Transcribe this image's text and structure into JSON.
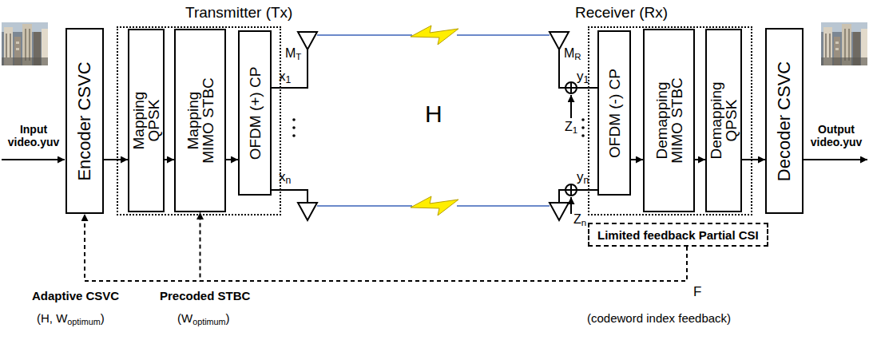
{
  "diagram": {
    "nodes": [
      {
        "text": [
          "Encoder CSVC"
        ]
      },
      {
        "text": [
          "Transmitter (Tx)"
        ]
      },
      {
        "text": [
          "Mapping QPSK"
        ],
        "in": 1
      },
      {
        "text": [
          "Mapping MIMO STBC"
        ],
        "in": 1
      },
      {
        "text": [
          "OFDM (+) CP"
        ],
        "in": 1
      },
      {
        "text": [
          "Receiver (Rx)"
        ]
      },
      {
        "text": [
          "OFDM (-) CP"
        ],
        "in": 5
      },
      {
        "text": [
          "Demapping MIMO STBC"
        ],
        "in": 5
      },
      {
        "text": [
          "Demapping QPSK"
        ],
        "in": 5
      },
      {
        "text": [
          "Decoder CSVC"
        ]
      },
      {
        "text": [
          "Limited feedback Partial CSI"
        ]
      }
    ],
    "edges": [
      {
        "from": 0,
        "to": 2,
        "arrow": "to"
      },
      {
        "from": 2,
        "to": 3,
        "arrow": "to"
      },
      {
        "from": 3,
        "to": 4,
        "arrow": "to"
      },
      {
        "from": 6,
        "to": 7,
        "arrow": "to"
      },
      {
        "from": 7,
        "to": 8,
        "arrow": "to"
      },
      {
        "from": 8,
        "to": 9,
        "arrow": "to"
      },
      {
        "from": 10,
        "to": 0,
        "arrow": "to"
      },
      {
        "from": 10,
        "to": 3,
        "arrow": "to"
      }
    ],
    "labels": [
      "Input video.yuv",
      "Output video.yuv",
      "MT",
      "x1",
      "xn",
      "H",
      "MR",
      "Z1",
      "y1",
      "Zn",
      "yn",
      "Adaptive CSVC",
      "(H, Woptimum)",
      "Precoded STBC",
      "(Woptimum)",
      "F",
      "(codeword index feedback)"
    ]
  }
}
